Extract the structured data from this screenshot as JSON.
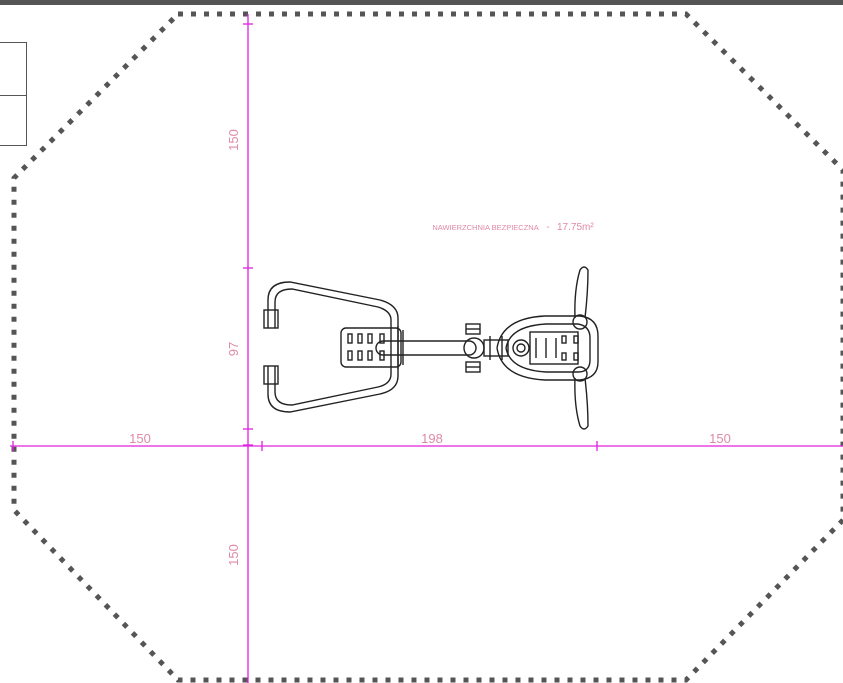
{
  "area": {
    "label": "NAWIERZCHNIA BEZPIECZNA",
    "separator": "-",
    "value": "17.75m²"
  },
  "dimensions": {
    "top_vertical": "150",
    "middle_vertical": "97",
    "bottom_vertical": "150",
    "left_horizontal": "150",
    "middle_horizontal": "198",
    "right_horizontal": "150"
  },
  "colors": {
    "dimension_line": "#e020e0",
    "dimension_text": "#e08aa8",
    "boundary": "#555555",
    "equipment": "#222222"
  }
}
